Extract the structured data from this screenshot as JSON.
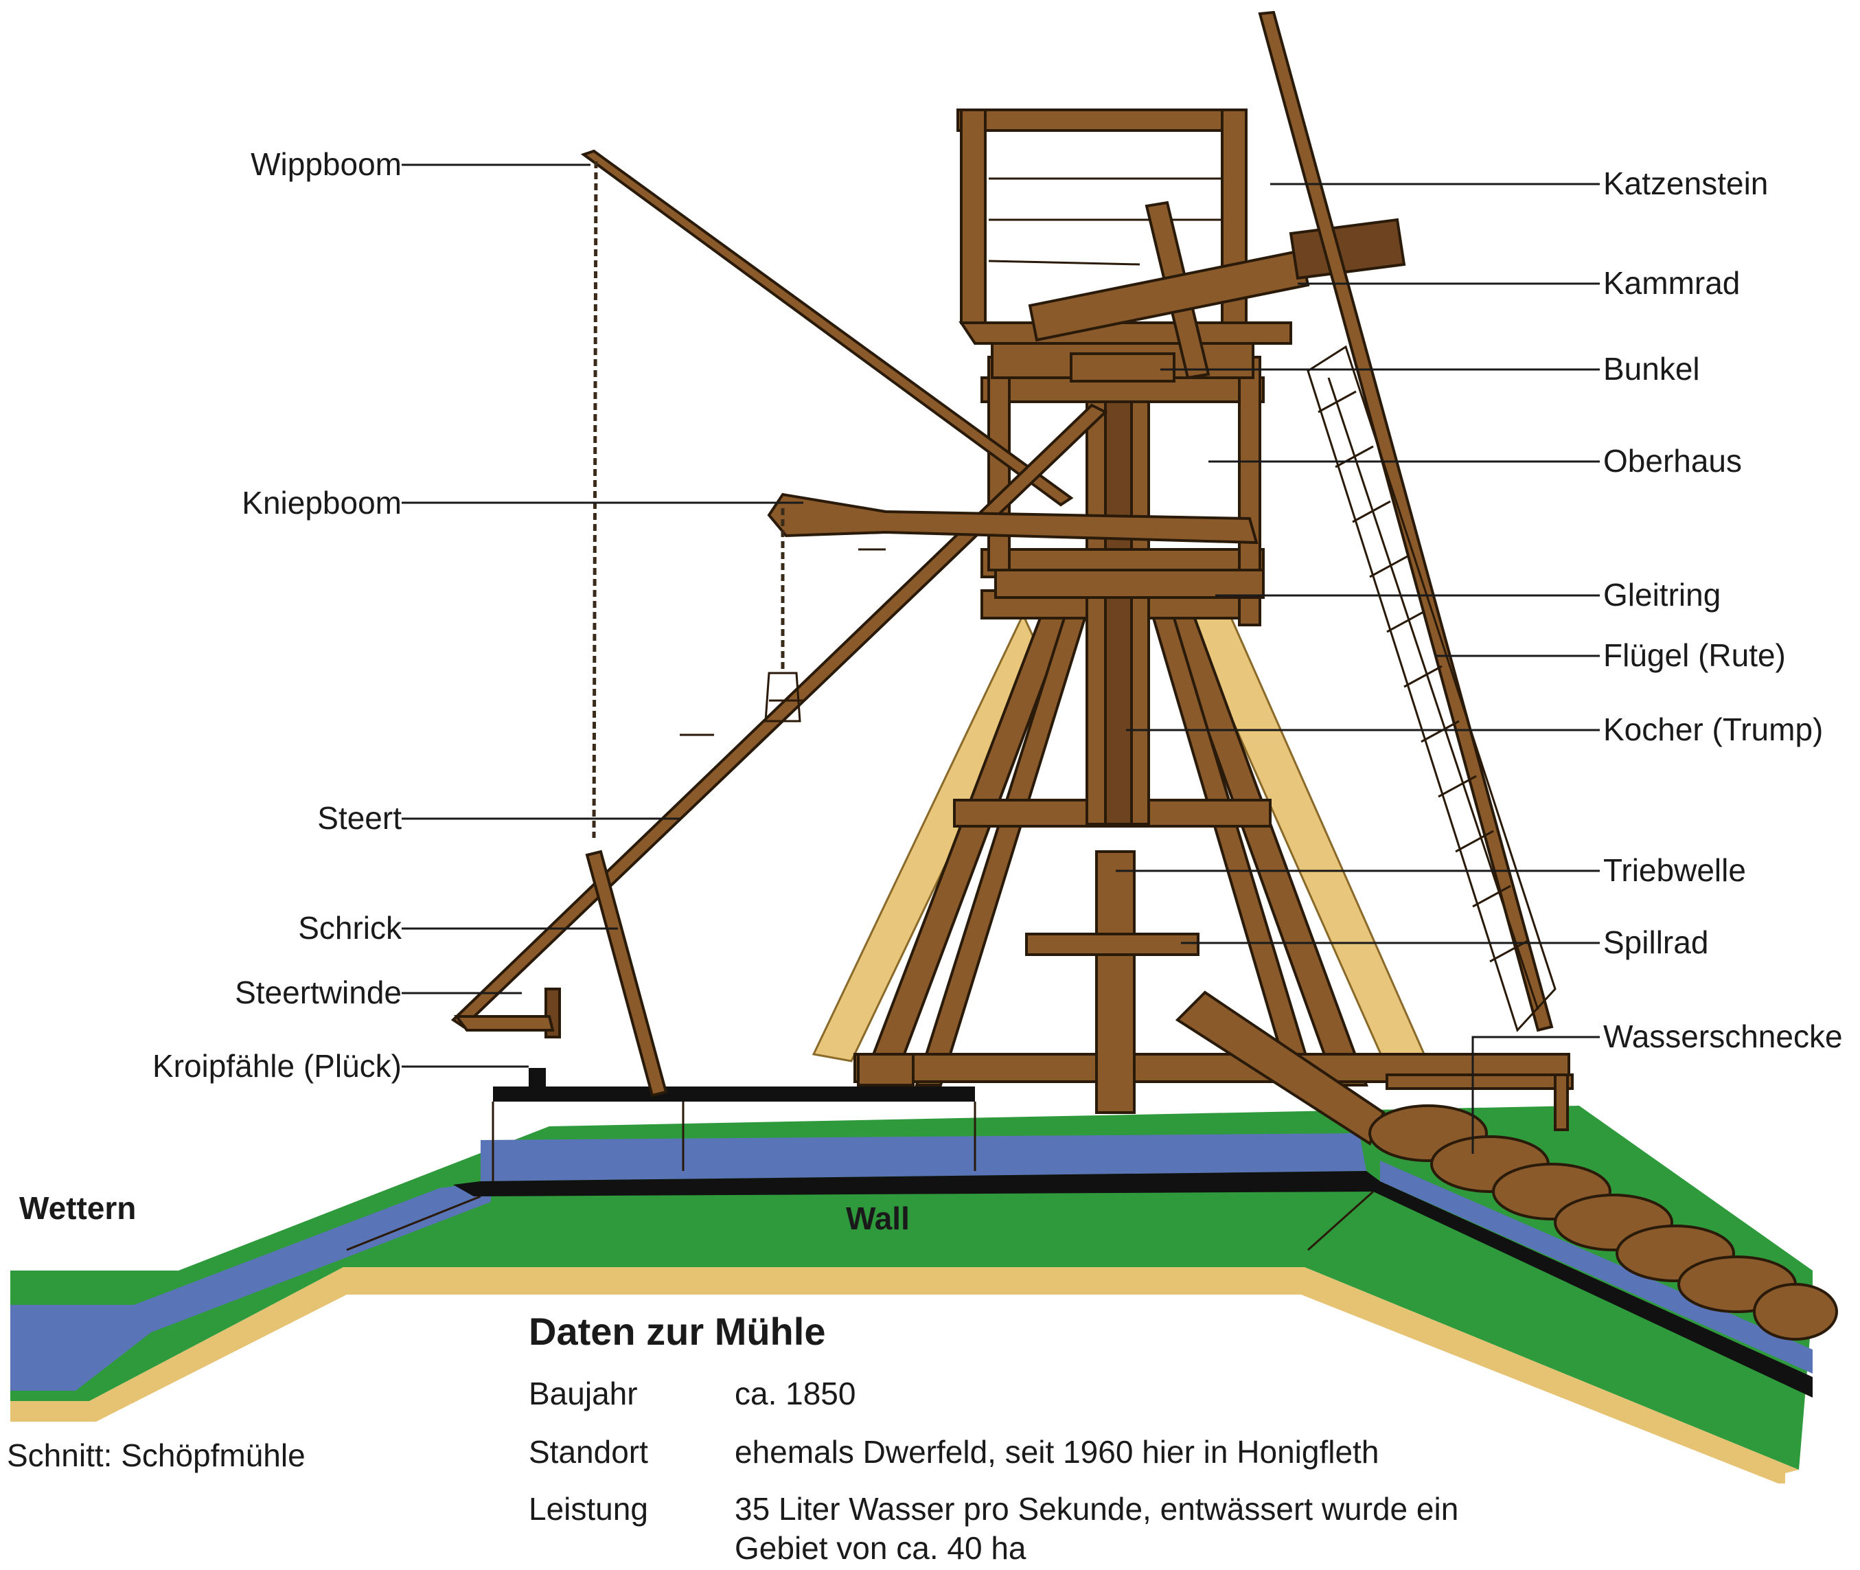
{
  "colors": {
    "wood": "#8b5a2b",
    "wood_dark": "#6e4420",
    "straw": "#e8c77d",
    "grass": "#2e9a3c",
    "water": "#5a74b8",
    "sand": "#e6c273",
    "black": "#111111",
    "text": "#1a1a1a"
  },
  "labels": {
    "wippboom": "Wippboom",
    "kniepboom": "Kniepboom",
    "steert": "Steert",
    "schrick": "Schrick",
    "steertwinde": "Steertwinde",
    "kroipfaehle": "Kroipfähle (Plück)",
    "katzenstein": "Katzenstein",
    "kammrad": "Kammrad",
    "bunkel": "Bunkel",
    "oberhaus": "Oberhaus",
    "gleitring": "Gleitring",
    "fluegel": "Flügel (Rute)",
    "kocher": "Kocher (Trump)",
    "triebwelle": "Triebwelle",
    "spillrad": "Spillrad",
    "wasserschnecke": "Wasserschnecke",
    "wettern": "Wettern",
    "wall": "Wall",
    "caption": "Schnitt: Schöpfmühle"
  },
  "data_table": {
    "title": "Daten zur Mühle",
    "rows": [
      {
        "key": "Baujahr",
        "value": "ca. 1850",
        "value2": ""
      },
      {
        "key": "Standort",
        "value": "ehemals Dwerfeld, seit 1960 hier in Honigfleth",
        "value2": ""
      },
      {
        "key": "Leistung",
        "value": "35 Liter Wasser pro Sekunde, entwässert wurde ein",
        "value2": "Gebiet von ca. 40 ha"
      }
    ]
  }
}
